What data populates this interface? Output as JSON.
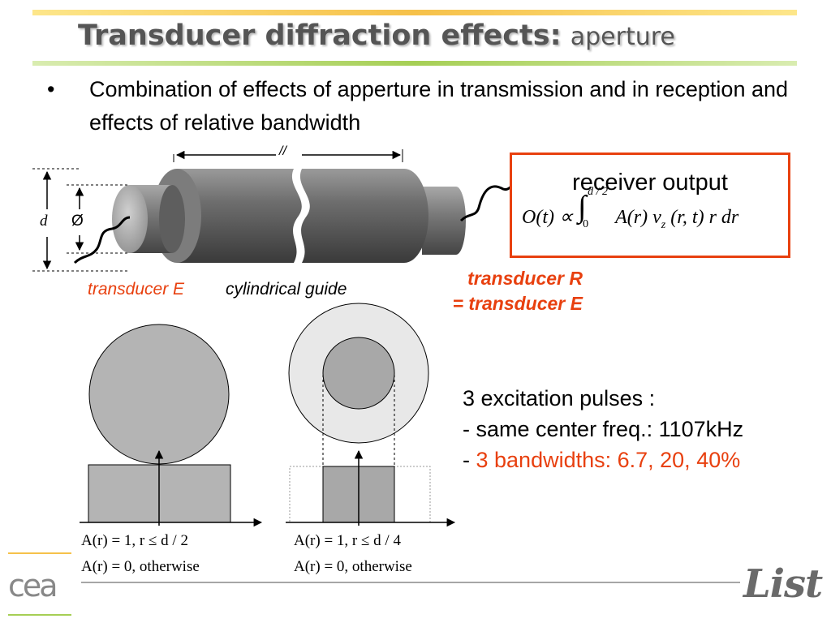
{
  "slide": {
    "title_bold": "Transducer diffraction effects:",
    "title_normal": "aperture",
    "bullet_symbol": "•",
    "bullet_text": "Combination of effects of apperture in transmission and in reception and effects of relative bandwidth"
  },
  "diagram": {
    "label_d": "d",
    "label_diameter": "Ø",
    "break_mark": "//",
    "transducer_e_label": "transducer E",
    "guide_label": "cylindrical guide",
    "transducer_r_line1": "transducer R",
    "transducer_r_line2": "= transducer E"
  },
  "receiver": {
    "title": "receiver output",
    "formula_lhs": "O(t) ∝",
    "integral": "∫",
    "upper_limit": "d / 2",
    "lower_limit": "0",
    "integrand": "A(r) v",
    "subscript": "z",
    "integrand_tail": "(r, t) r dr"
  },
  "pulses": {
    "line1": "3 excitation pulses :",
    "line2": "- same center freq.: 1107kHz",
    "line3_prefix": "- ",
    "line3_highlight": "3 bandwidths: 6.7, 20, 40%"
  },
  "apertures": {
    "left_eq1": "A(r) = 1,    r ≤ d / 2",
    "left_eq2": "A(r) = 0,    otherwise",
    "right_eq1": "A(r) = 1,    r ≤ d / 4",
    "right_eq2": "A(r) = 0,    otherwise"
  },
  "logos": {
    "cea": "cea",
    "list": "List"
  },
  "colors": {
    "accent_red": "#e8400f",
    "top_bar": "#f6c14a",
    "bottom_bar": "#a6cf55",
    "cylinder_gray": "#6b6b6b",
    "circle_fill": "#b4b4b4",
    "ring_fill": "#e8e8e8"
  }
}
